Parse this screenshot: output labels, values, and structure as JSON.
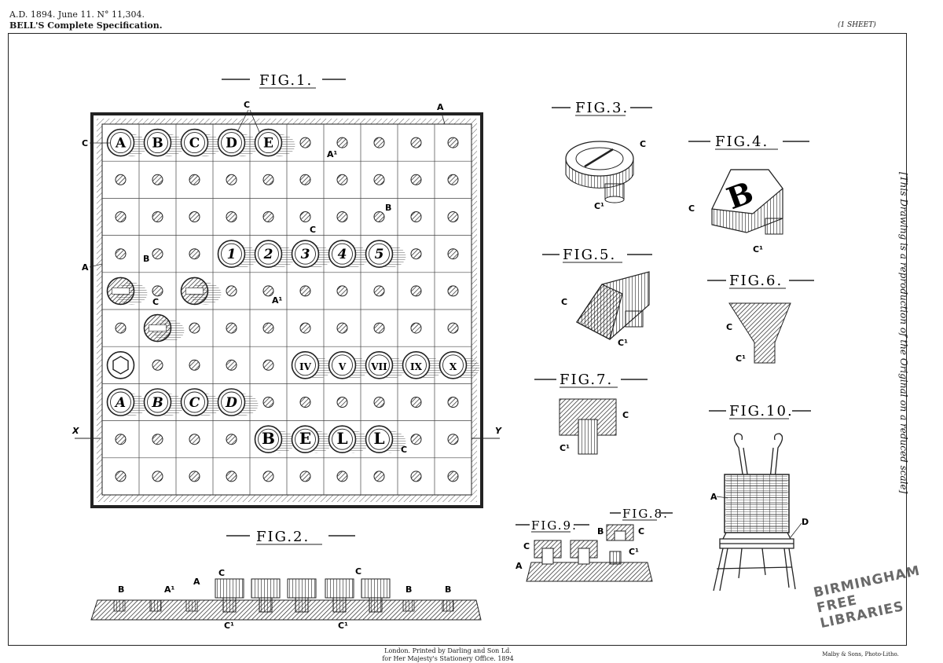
{
  "header": {
    "line1": "A.D. 1894. June 11. N° 11,304.",
    "line2": "BELL'S Complete Specification.",
    "sheet": "(1 SHEET)"
  },
  "side_note": "[This Drawing is a reproduction of the Original on a reduced scale]",
  "stamp": {
    "line1": "BIRMINGHAM",
    "line2": "FREE LIBRARIES"
  },
  "footer": {
    "printer_line1": "London. Printed by Darling and Son Ld.",
    "printer_line2": "for Her Majesty's Stationery Office. 1894",
    "photo_litho": "Malby & Sons, Photo-Litho."
  },
  "figures": {
    "fig1": "FIG.1.",
    "fig2": "FIG.2.",
    "fig3": "FIG.3.",
    "fig4": "FIG.4.",
    "fig5": "FIG.5.",
    "fig6": "FIG.6.",
    "fig7": "FIG.7.",
    "fig8": "FIG.8.",
    "fig9": "FIG.9.",
    "fig10": "FIG.10."
  },
  "board": {
    "row1": [
      "A",
      "B",
      "C",
      "D",
      "E"
    ],
    "row4": [
      "1",
      "2",
      "3",
      "4",
      "5"
    ],
    "row7": [
      "IV",
      "V",
      "VII",
      "IX",
      "X"
    ],
    "row8": [
      "A",
      "B",
      "C",
      "D"
    ],
    "row9": [
      "B",
      "E",
      "L",
      "L"
    ],
    "section_left": "X",
    "section_right": "Y"
  },
  "fig4_letter": "B",
  "labels": {
    "A": "A",
    "A1": "A¹",
    "B": "B",
    "C": "C",
    "C1": "C¹",
    "D": "D"
  }
}
